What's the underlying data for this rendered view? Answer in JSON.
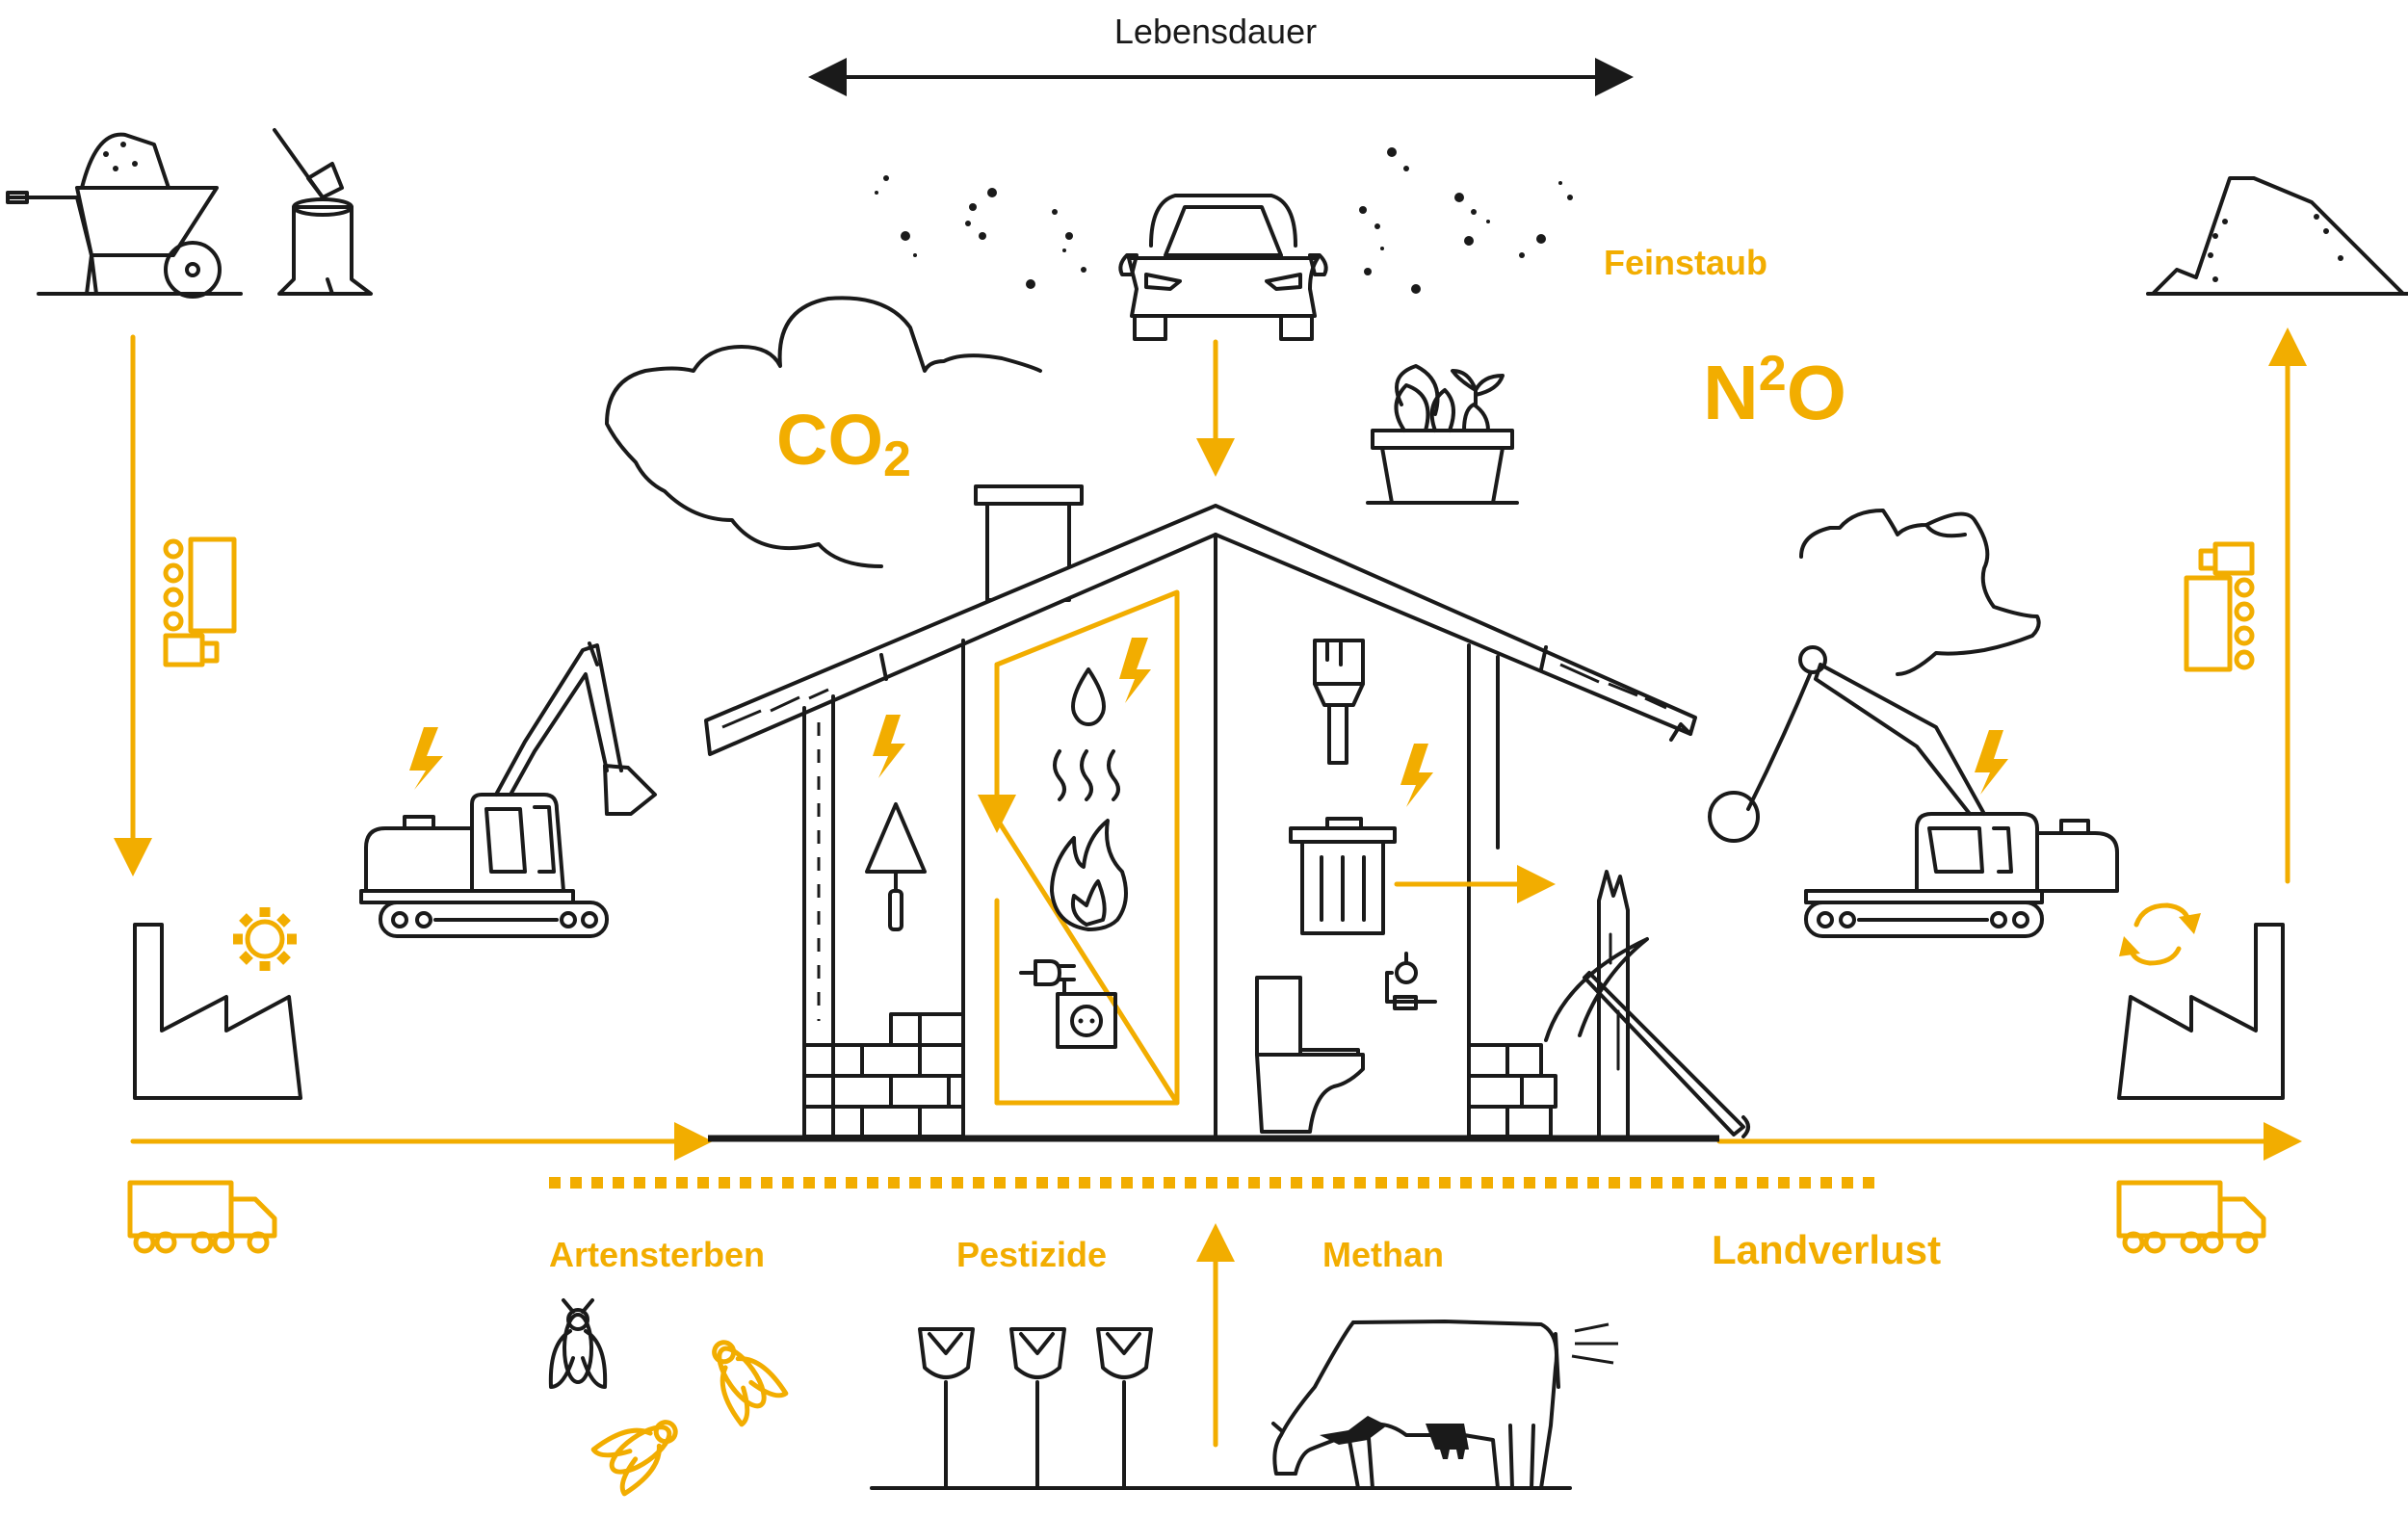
{
  "labels": {
    "lifespan": "Lebensdauer",
    "fine_dust": "Feinstaub",
    "co2_main": "CO",
    "co2_sub": "2",
    "n2o_n": "N",
    "n2o_sup": "2",
    "n2o_o": "O",
    "species_loss": "Artensterben",
    "pesticides": "Pestizide",
    "methane": "Methan",
    "land_loss": "Landverlust"
  },
  "colors": {
    "accent": "#f2ad00",
    "line": "#1a1a1a",
    "background": "#ffffff"
  },
  "icons": [
    "wheelbarrow-icon",
    "tree-stump-axe-icon",
    "car-icon",
    "plant-pot-icon",
    "cloud-icon",
    "house-icon",
    "chimney-icon",
    "excavator-icon",
    "wrecking-ball-excavator-icon",
    "factory-icon",
    "gear-icon",
    "recycle-icon",
    "truck-icon",
    "sand-pile-icon",
    "lightning-icon",
    "trowel-icon",
    "water-drop-icon",
    "heat-waves-icon",
    "flame-icon",
    "power-plug-socket-icon",
    "paint-brush-icon",
    "trash-can-icon",
    "toilet-icon",
    "circuit-icon",
    "pickaxe-icon",
    "bricks-icon",
    "insect-icon",
    "wheat-icon",
    "cow-icon"
  ]
}
